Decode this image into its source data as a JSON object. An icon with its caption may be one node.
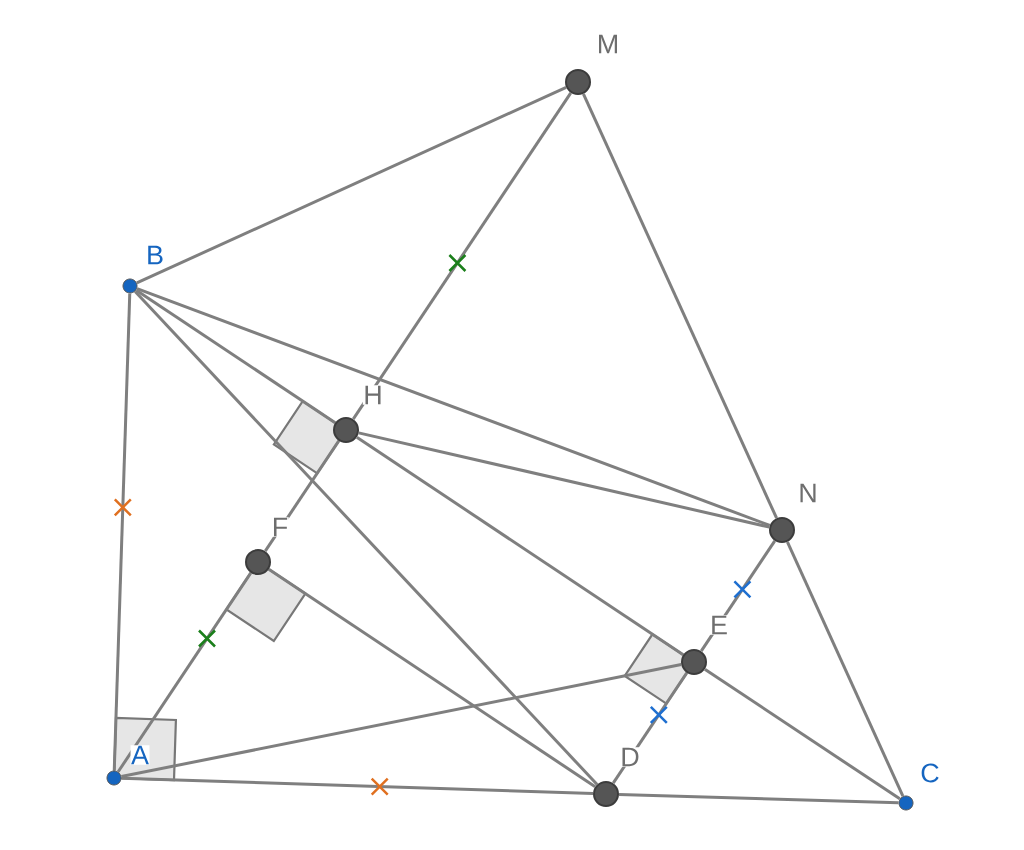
{
  "diagram": {
    "nodes": [
      {
        "text": [],
        "shape": "circle",
        "beside": [
          "M"
        ]
      },
      {
        "text": [],
        "shape": "circle",
        "beside": [
          "B"
        ]
      },
      {
        "text": [],
        "shape": "circle",
        "beside": [
          "H"
        ]
      },
      {
        "text": [],
        "shape": "circle",
        "beside": [
          "N"
        ]
      },
      {
        "text": [],
        "shape": "circle",
        "beside": [
          "F"
        ]
      },
      {
        "text": [],
        "shape": "circle",
        "beside": [
          "E"
        ]
      },
      {
        "text": [],
        "shape": "circle",
        "beside": [
          "A"
        ]
      },
      {
        "text": [],
        "shape": "circle",
        "beside": [
          "D"
        ]
      },
      {
        "text": [],
        "shape": "circle",
        "beside": [
          "C"
        ]
      }
    ],
    "edges": [
      {
        "from": 1,
        "to": 0,
        "arrow": "none"
      },
      {
        "from": 0,
        "to": 2,
        "arrow": "none"
      },
      {
        "from": 2,
        "to": 4,
        "arrow": "none"
      },
      {
        "from": 4,
        "to": 6,
        "arrow": "none"
      },
      {
        "from": 0,
        "to": 3,
        "arrow": "none"
      },
      {
        "from": 3,
        "to": 8,
        "arrow": "none"
      },
      {
        "from": 1,
        "to": 6,
        "arrow": "none"
      },
      {
        "from": 6,
        "to": 7,
        "arrow": "none"
      },
      {
        "from": 7,
        "to": 8,
        "arrow": "none"
      },
      {
        "from": 1,
        "to": 3,
        "arrow": "none"
      },
      {
        "from": 1,
        "to": 2,
        "arrow": "none"
      },
      {
        "from": 2,
        "to": 5,
        "arrow": "none"
      },
      {
        "from": 5,
        "to": 8,
        "arrow": "none"
      },
      {
        "from": 1,
        "to": 7,
        "arrow": "none"
      },
      {
        "from": 2,
        "to": 3,
        "arrow": "none"
      },
      {
        "from": 3,
        "to": 5,
        "arrow": "none"
      },
      {
        "from": 5,
        "to": 7,
        "arrow": "none"
      },
      {
        "from": 6,
        "to": 5,
        "arrow": "none"
      },
      {
        "from": 4,
        "to": 7,
        "arrow": "none"
      }
    ]
  }
}
